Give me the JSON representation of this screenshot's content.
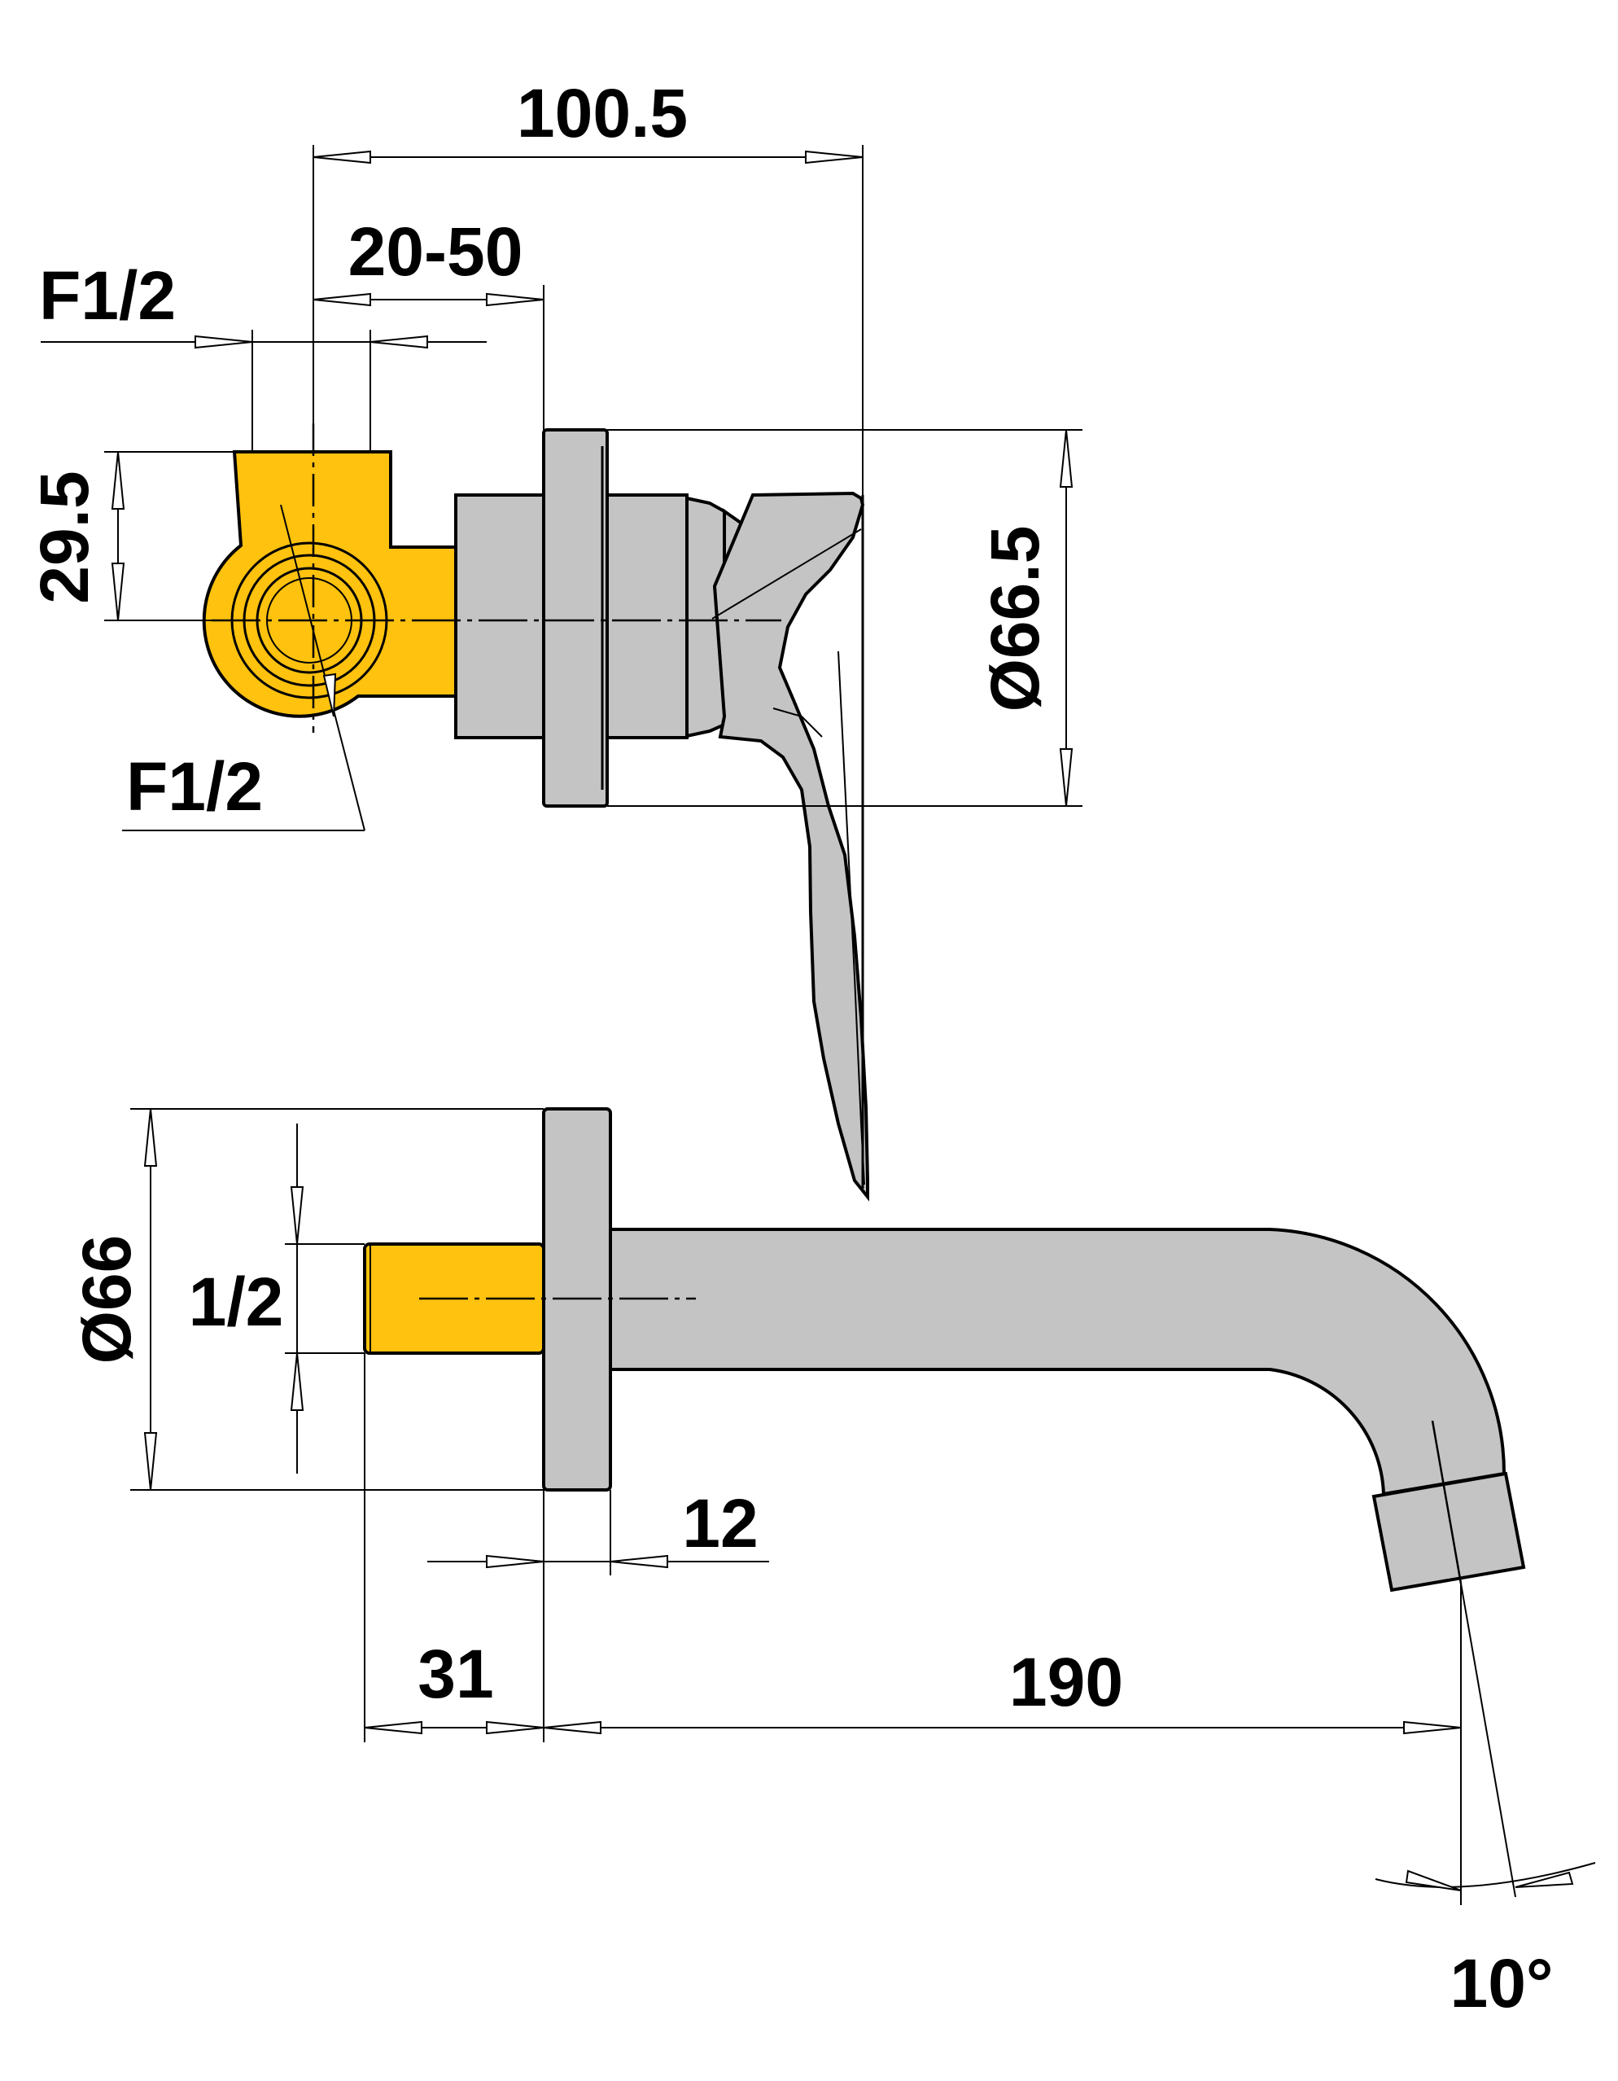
{
  "colors": {
    "body_metal": "#c4c4c4",
    "brass_part": "#ffc20e",
    "line": "#000000",
    "background": "#ffffff"
  },
  "dimensions": {
    "mixer_depth": "100.5",
    "wall_range": "20-50",
    "inlet_thread_top": "F1/2",
    "inlet_height": "29.5",
    "inlet_thread_bottom": "F1/2",
    "mixer_plate_diameter": "Ø66.5",
    "spout_plate_diameter": "Ø66",
    "spout_thread": "1/2",
    "spout_plate_thickness": "12",
    "spout_thread_length": "31",
    "spout_reach": "190",
    "spout_angle": "10°"
  }
}
